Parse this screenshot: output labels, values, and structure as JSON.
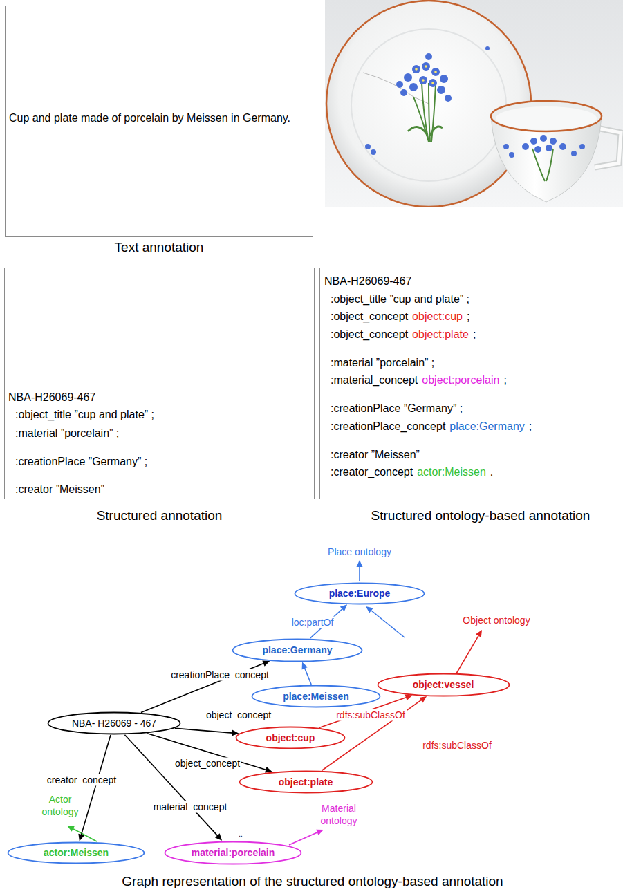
{
  "diagram": {
    "caption": "Graph representation of the structured ontology-based annotation",
    "nodes": [
      {
        "text": [
          "Cup and plate made of porcelain by Meissen in Germany.",
          "Text annotation"
        ]
      },
      {
        "text": [
          "NBA-H26069-467",
          ":object_title ”cup and plate” ;",
          ":material ”porcelain” ;",
          ":creationPlace ”Germany” ;",
          ":creator ”Meissen”",
          "Structured annotation"
        ]
      },
      {
        "text": [
          "NBA-H26069-467",
          ":object_title ”cup and plate” ;",
          ":object_concept",
          "object:cup",
          ";",
          ":object_concept",
          "object:plate",
          ";",
          ":material ”porcelain” ;",
          ":material_concept",
          "object:porcelain",
          ";",
          ":creationPlace ”Germany” ;",
          ":creationPlace_concept",
          "place:Germany",
          ";",
          ":creator ”Meissen”",
          ":creator_concept",
          "actor:Meissen",
          ".",
          "Structured ontology-based annotation"
        ]
      },
      {
        "text": [
          "place:Europe"
        ]
      },
      {
        "text": [
          "place:Germany"
        ]
      },
      {
        "text": [
          "place:Meissen"
        ]
      },
      {
        "text": [
          "object:vessel"
        ]
      },
      {
        "text": [
          "NBA- H26069 - 467"
        ]
      },
      {
        "text": [
          "object:cup"
        ]
      },
      {
        "text": [
          "object:plate"
        ]
      },
      {
        "text": [
          "actor:Meissen"
        ]
      },
      {
        "text": [
          "material:porcelain"
        ]
      }
    ],
    "edges": [
      {
        "from": 4,
        "to": 3,
        "arrow": "to",
        "label": "loc:partOf"
      },
      {
        "from": 7,
        "to": 4,
        "arrow": "to",
        "label": "creationPlace_concept"
      },
      {
        "from": 5,
        "to": 4,
        "arrow": "to"
      },
      {
        "from": 7,
        "to": 8,
        "arrow": "to",
        "label": "object_concept"
      },
      {
        "from": 8,
        "to": 6,
        "arrow": "to",
        "label": "rdfs:subClassOf"
      },
      {
        "from": 7,
        "to": 9,
        "arrow": "to",
        "label": "object_concept"
      },
      {
        "from": 9,
        "to": 6,
        "arrow": "to",
        "label": "rdfs:subClassOf"
      },
      {
        "from": 7,
        "to": 10,
        "arrow": "to",
        "label": "creator_concept"
      },
      {
        "from": 7,
        "to": 11,
        "arrow": "to",
        "label": "material_concept"
      }
    ],
    "labels": [
      "Place ontology",
      "Object ontology",
      "Actor ontology",
      "Material ontology",
      ".."
    ]
  }
}
